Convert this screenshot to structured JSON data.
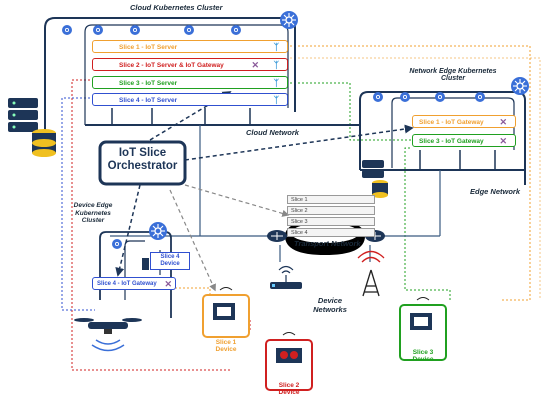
{
  "colors": {
    "slice1": "#f0a030",
    "slice2": "#d02020",
    "slice3": "#20a020",
    "slice4": "#3050d0",
    "server": "#1d3557",
    "kube": "#3a6fd8",
    "network_line": "#3a5a80",
    "orchestrator_border": "#1d3557"
  },
  "icons": {
    "kube": "kubernetes-wheel-icon",
    "server": "server-rack-icon",
    "router": "router-icon",
    "tower": "cell-tower-icon",
    "wifi": "wifi-icon",
    "drone": "drone-icon",
    "board": "iot-board-icon",
    "gateway_mark": "x-gateway-icon",
    "iot_mark": "bird-server-icon"
  },
  "cloud": {
    "title": "Cloud Kubernetes Cluster",
    "network_label": "Cloud Network",
    "slices": [
      {
        "label": "Slice 1 - IoT Server",
        "mark": "bird"
      },
      {
        "label": "Slice 2 - IoT Server & IoT Gateway",
        "mark": "x"
      },
      {
        "label": "Slice 3 - IoT Server",
        "mark": "bird"
      },
      {
        "label": "Slice 4 - IoT Server",
        "mark": "bird"
      }
    ]
  },
  "edge": {
    "title_line1": "Network Edge Kubernetes",
    "title_line2": "Cluster",
    "network_label": "Edge Network",
    "slices": [
      {
        "label": "Slice 1 - IoT Gateway",
        "mark": "x"
      },
      {
        "label": "Slice 3 - IoT Gateway",
        "mark": "x"
      }
    ]
  },
  "orchestrator": {
    "line1": "IoT Slice",
    "line2": "Orchestrator"
  },
  "device_edge": {
    "title_line1": "Device Edge",
    "title_line2": "Kubernetes",
    "title_line3": "Cluster",
    "slice_device_line1": "Slice 4",
    "slice_device_line2": "Device",
    "gateway_label": "Slice 4 - IoT Gateway"
  },
  "transport": {
    "label": "Transport Network",
    "slices": [
      "Slice 1",
      "Slice 2",
      "Slice 3",
      "Slice 4"
    ]
  },
  "device_networks": {
    "line1": "Device",
    "line2": "Networks"
  },
  "devices": [
    {
      "line1": "Slice 1",
      "line2": "Device"
    },
    {
      "line1": "Slice 2",
      "line2": "Device"
    },
    {
      "line1": "Slice 3",
      "line2": "Device"
    }
  ]
}
